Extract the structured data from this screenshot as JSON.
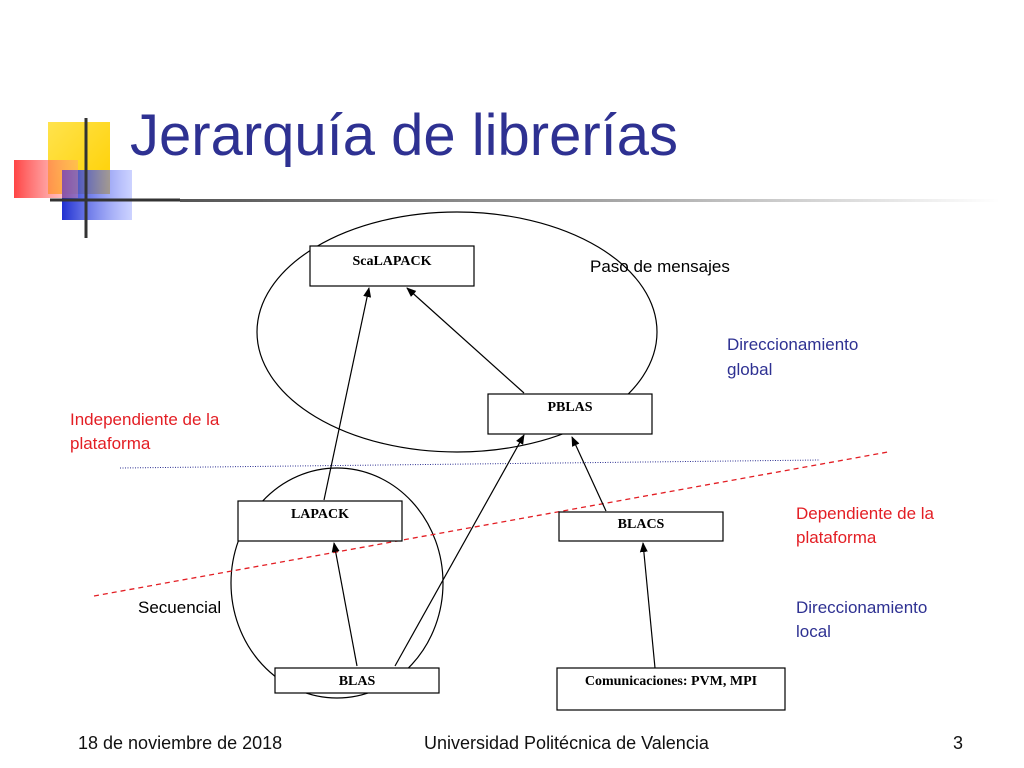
{
  "slide": {
    "title": "Jerarquía de librerías"
  },
  "colors": {
    "title": "#2e3192",
    "label_blue": "#2e3192",
    "label_red": "#e31e24",
    "accent_yellow": "#ffd400",
    "accent_red": "#f04040",
    "accent_blue": "#2a3bd0"
  },
  "diagram": {
    "nodes": {
      "scalapack": "ScaLAPACK",
      "pblas": "PBLAS",
      "lapack": "LAPACK",
      "blacs": "BLACS",
      "blas": "BLAS",
      "comunicaciones": "Comunicaciones: PVM, MPI"
    },
    "labels": {
      "paso_de_mensajes": "Paso de mensajes",
      "direccionamiento_global": [
        "Direccionamiento",
        "global"
      ],
      "independiente": [
        "Independiente de la",
        "plataforma"
      ],
      "dependiente": [
        "Dependiente de la",
        "plataforma"
      ],
      "secuencial": "Secuencial",
      "direccionamiento_local": [
        "Direccionamiento",
        "local"
      ]
    }
  },
  "footer": {
    "date": "18 de noviembre de 2018",
    "organization": "Universidad Politécnica de Valencia",
    "page_number": "3"
  }
}
